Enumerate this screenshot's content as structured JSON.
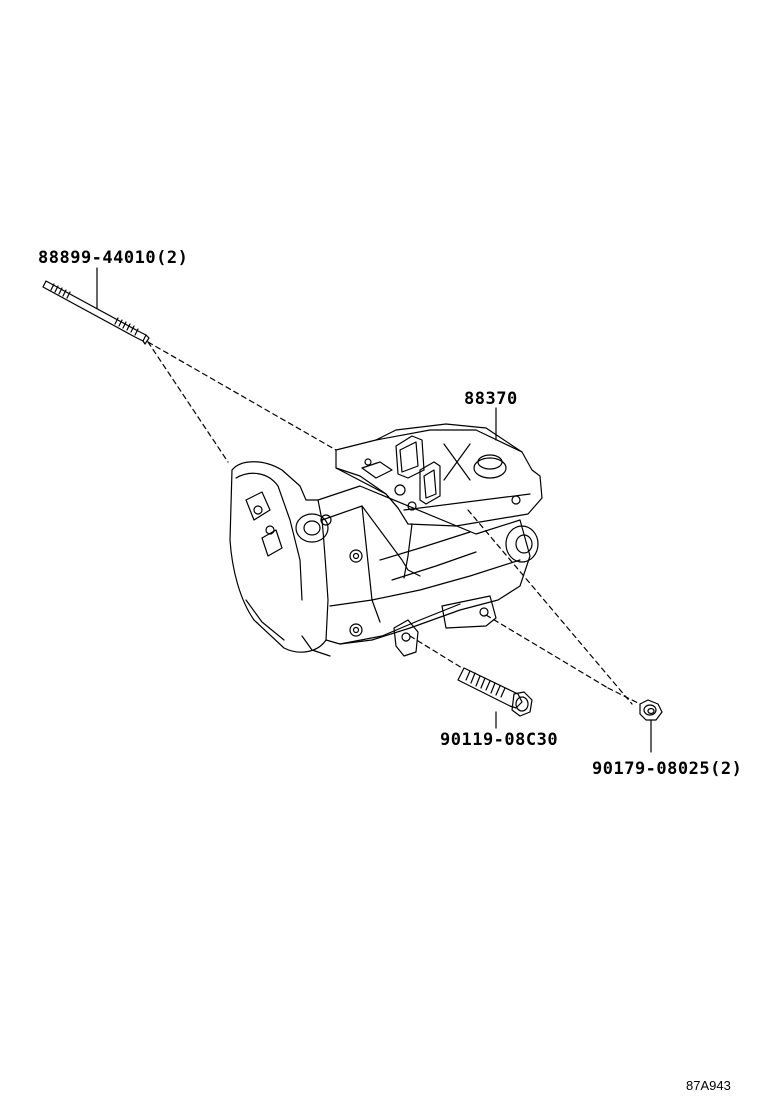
{
  "parts": {
    "stud_bolt": {
      "number": "88899-44010",
      "qty": "(2)"
    },
    "compressor": {
      "number": "88370"
    },
    "bolt": {
      "number": "90119-08C30"
    },
    "nut": {
      "number": "90179-08025",
      "qty": "(2)"
    }
  },
  "figure_ref": "87A943"
}
